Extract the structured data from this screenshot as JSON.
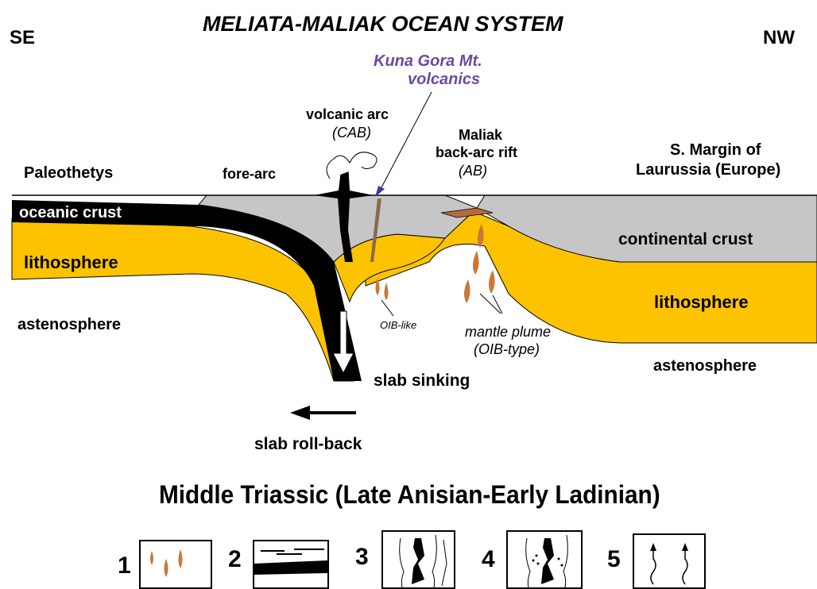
{
  "title": "MELIATA-MALIAK OCEAN SYSTEM",
  "left_direction": "SE",
  "right_direction": "NW",
  "labels": {
    "kuna_gora_line1": "Kuna Gora Mt.",
    "kuna_gora_line2": "volcanics",
    "volcanic_arc": "volcanic arc",
    "cab": "(CAB)",
    "maliak_line1": "Maliak",
    "maliak_line2": "back-arc rift",
    "ab": "(AB)",
    "s_margin_line1": "S. Margin of",
    "s_margin_line2": "Laurussia (Europe)",
    "paleothetys": "Paleothetys",
    "fore_arc": "fore-arc",
    "oceanic_crust": "oceanic crust",
    "lithosphere_left": "lithosphere",
    "astenosphere_left": "astenosphere",
    "continental_crust": "continental crust",
    "lithosphere_right": "lithosphere",
    "astenosphere_right": "astenosphere",
    "oib_like": "OIB-like",
    "mantle_plume_line1": "mantle plume",
    "mantle_plume_line2": "(OIB-type)",
    "slab_sinking": "slab sinking",
    "slab_roll_back": "slab roll-back"
  },
  "subtitle": "Middle Triassic (Late Anisian-Early Ladinian)",
  "legend": [
    {
      "number": "1",
      "icon": "plume-drops-icon"
    },
    {
      "number": "2",
      "icon": "oceanic-crust-strip-icon"
    },
    {
      "number": "3",
      "icon": "dyke-icon"
    },
    {
      "number": "4",
      "icon": "dyke-with-dots-icon"
    },
    {
      "number": "5",
      "icon": "rising-magma-arrows-icon"
    }
  ],
  "colors": {
    "lithosphere": "#fdc300",
    "crust": "#c6c6c8",
    "slab": "#000000",
    "plume": "#c9783a",
    "kuna_gora": "#6a4aa0",
    "rift_fill": "#b56a3a"
  }
}
